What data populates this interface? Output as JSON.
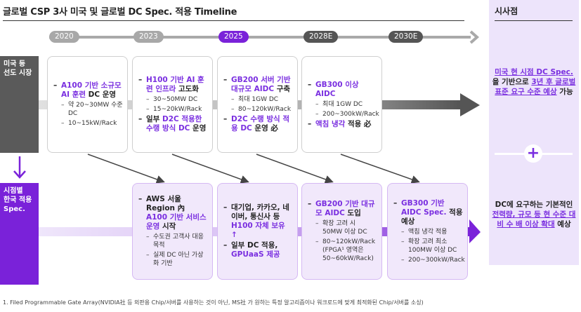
{
  "title": "글로벌 CSP 3사 미국 및 글로벌 DC Spec. 적용 Timeline",
  "timeline": {
    "years": [
      {
        "label": "2020",
        "state": "past"
      },
      {
        "label": "2023",
        "state": "past"
      },
      {
        "label": "2025",
        "state": "current"
      },
      {
        "label": "2028E",
        "state": "future"
      },
      {
        "label": "2030E",
        "state": "future"
      }
    ]
  },
  "rows": {
    "us": {
      "label_line1": "미국 등",
      "label_line2": "선도 시장"
    },
    "kr": {
      "label_line1": "시점별",
      "label_line2": "한국 적용",
      "label_line3": "Spec."
    }
  },
  "us_cards": [
    {
      "year": "2020",
      "h1_hl": "A100 기반 소규모 AI 훈련",
      "h1_rest": " DC 운영",
      "subs": [
        "약 20~30MW 수준 DC",
        "10~15kW/Rack"
      ]
    },
    {
      "year": "2023",
      "h1_hl": "H100 기반 AI 훈련 인프라",
      "h1_rest": " 고도화",
      "subs": [
        "30~50MW DC",
        "15~20kW/Rack"
      ],
      "h2_pre": "일부 ",
      "h2_hl": "D2C 적용한 수랭 방식 DC",
      "h2_rest": " 운영"
    },
    {
      "year": "2025",
      "h1_hl": "GB200 서버 기반 대규모 AIDC",
      "h1_rest": " 구축",
      "subs": [
        "최대 1GW DC",
        "80~120kW/Rack"
      ],
      "h2_hl": "D2C 수랭 방식 적용 DC",
      "h2_rest": " 운영 必"
    },
    {
      "year": "2028E",
      "h1_hl": "GB300 이상 AIDC",
      "subs": [
        "최대 1GW DC",
        "200~300kW/Rack"
      ],
      "h2_hl": "액침 냉각",
      "h2_rest": " 적용 必"
    }
  ],
  "kr_cards": [
    {
      "year": "2023",
      "h1_pre": "AWS 서울 Region 內 ",
      "h1_hl": "A100 기반 서비스 운영",
      "h1_rest": " 시작",
      "subs": [
        "수도권 고객사 대응 목적",
        "실제 DC 아닌 가상화 기반"
      ]
    },
    {
      "year": "2025",
      "h1_pre": "대기업, 카카오, 네이버, 통신사 등 ",
      "h1_hl": "H100 자체 보유 ↑",
      "h2_pre": "일부 DC 적용, ",
      "h2_hl": "GPUaaS 제공"
    },
    {
      "year": "2028E",
      "h1_hl": "GB200 기반 대규모 AIDC",
      "h1_rest": " 도입",
      "subs": [
        "확장 고려 시 50MW 이상 DC",
        "80~120kW/Rack (FPGA¹ 영역은 50~60kW/Rack)"
      ]
    },
    {
      "year": "2030E",
      "h1_hl": "GB300 기반 AIDC Spec.",
      "h1_rest": " 적용 예상",
      "subs": [
        "액침 냉각 적용",
        "확장 고려 최소 100MW 이상 DC",
        "200~300kW/Rack"
      ]
    }
  ],
  "implications": {
    "title": "시사점",
    "top": {
      "hl1": "미국 현 시점 DC Spec.",
      "t1": "을 기반으로 ",
      "hl2": "3년 후 글로벌 표준 요구 수준 예상",
      "t2": " 가능"
    },
    "plus_icon": "+",
    "bottom": {
      "t1": "DC에 요구하는 기본적인 ",
      "hl1": "전력량, 규모 등 현 수준 대비 수 배 이상 확대",
      "t2": " 예상"
    }
  },
  "footnote": "1. Filed Programmable Gate Array(NVIDIA社 등 외판용 Chip/서버를 사용하는 것이 아닌, MS社 가 원하는 특정 알고리즘이나 워크로드에 맞게 최적화된 Chip/서버를 소싱)",
  "colors": {
    "accent_purple": "#7a22d9",
    "highlight_text": "#7a2fe0",
    "us_label_bg": "#5a5a5a",
    "implication_bg": "#ede4fb",
    "kr_card_bg": "#f1e8fb",
    "timeline_gray": "#a9a9a9"
  }
}
